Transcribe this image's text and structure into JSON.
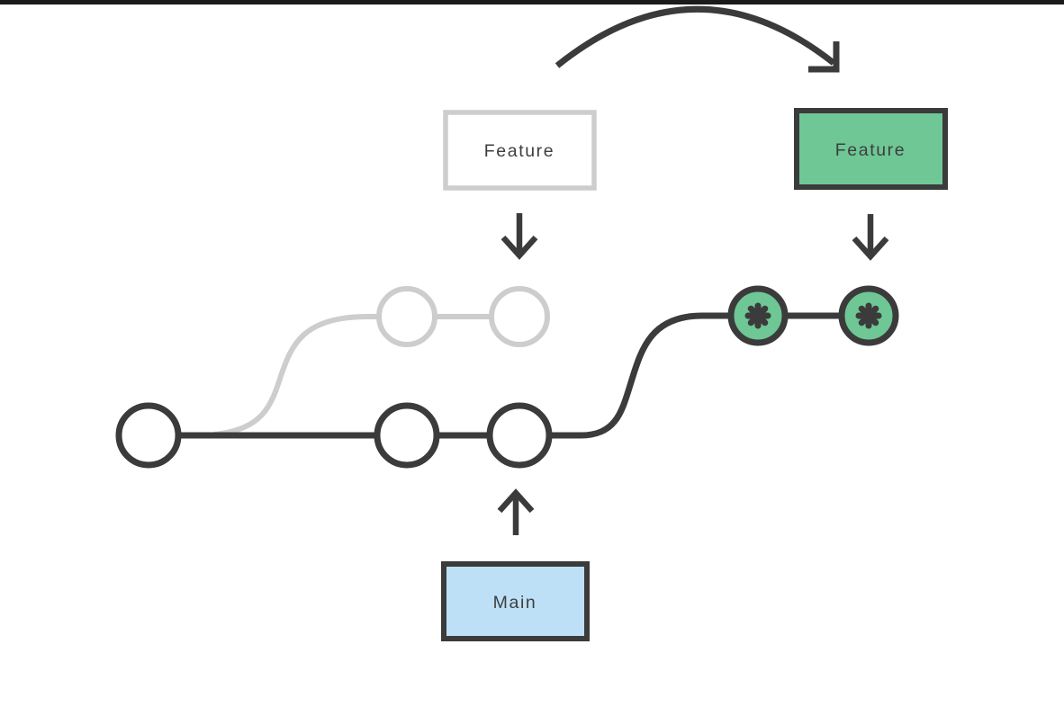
{
  "page": {
    "background": "#ffffff",
    "top_bar_color": "#1b1b1b"
  },
  "palette": {
    "dark_stroke": "#3b3b3b",
    "light_gray_stroke": "#cdcdcd",
    "green_fill": "#6ec795",
    "light_blue_fill": "#bde0f6",
    "label_text": "#3e3e3e",
    "node_fill": "#ffffff"
  },
  "diagram": {
    "type": "git-rebase-branch-diagram",
    "boxes": {
      "feature_before": {
        "label": "Feature",
        "fill": "#ffffff",
        "border": "#cdcdcd"
      },
      "feature_after": {
        "label": "Feature",
        "fill": "#6ec795",
        "border": "#3b3b3b"
      },
      "main": {
        "label": "Main",
        "fill": "#bde0f6",
        "border": "#3b3b3b"
      }
    },
    "branches": {
      "main_commit_count": 3,
      "feature_before_commit_count": 2,
      "feature_after_commit_count": 2
    },
    "icons": {
      "curved_arrow": "curved-arrow-right",
      "down_arrow": "↓",
      "up_arrow": "↑",
      "rebased_commit_marker": "✳"
    }
  }
}
